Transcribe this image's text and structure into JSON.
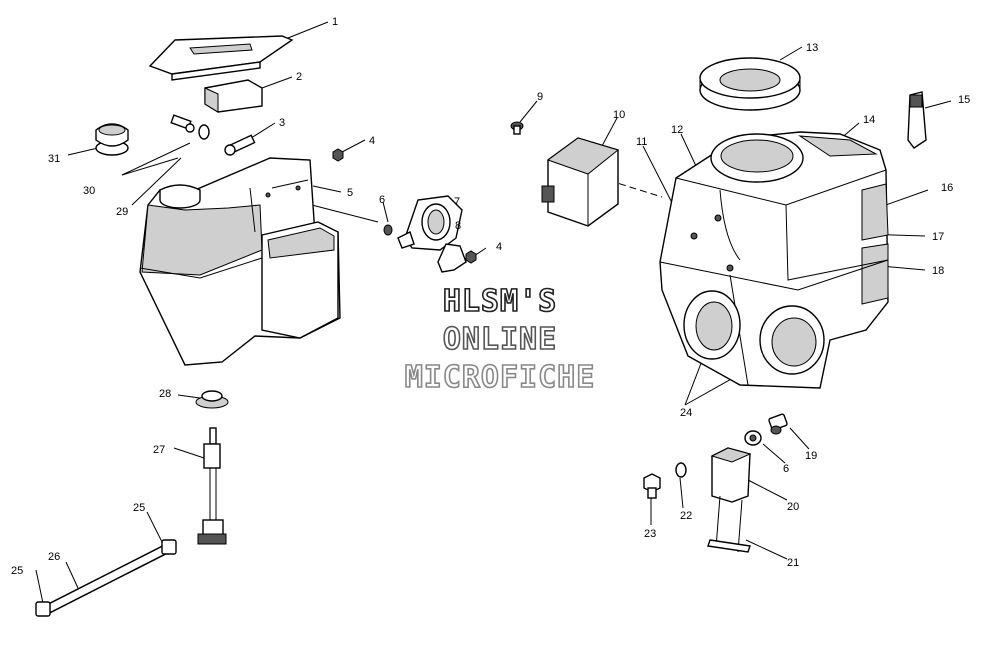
{
  "watermark": {
    "line1": "HLSM'S",
    "line2": "ONLINE",
    "line3": "MICROFICHE"
  },
  "callouts": [
    {
      "id": "c1",
      "text": "1"
    },
    {
      "id": "c2",
      "text": "2"
    },
    {
      "id": "c3",
      "text": "3"
    },
    {
      "id": "c4a",
      "text": "4"
    },
    {
      "id": "c5",
      "text": "5"
    },
    {
      "id": "c6a",
      "text": "6"
    },
    {
      "id": "c7",
      "text": "7"
    },
    {
      "id": "c8",
      "text": "8"
    },
    {
      "id": "c4b",
      "text": "4"
    },
    {
      "id": "c9",
      "text": "9"
    },
    {
      "id": "c10",
      "text": "10"
    },
    {
      "id": "c11",
      "text": "11"
    },
    {
      "id": "c12",
      "text": "12"
    },
    {
      "id": "c13",
      "text": "13"
    },
    {
      "id": "c14",
      "text": "14"
    },
    {
      "id": "c15",
      "text": "15"
    },
    {
      "id": "c16",
      "text": "16"
    },
    {
      "id": "c17",
      "text": "17"
    },
    {
      "id": "c18",
      "text": "18"
    },
    {
      "id": "c19",
      "text": "19"
    },
    {
      "id": "c6b",
      "text": "6"
    },
    {
      "id": "c20",
      "text": "20"
    },
    {
      "id": "c21",
      "text": "21"
    },
    {
      "id": "c22",
      "text": "22"
    },
    {
      "id": "c23",
      "text": "23"
    },
    {
      "id": "c24",
      "text": "24"
    },
    {
      "id": "c25a",
      "text": "25"
    },
    {
      "id": "c25b",
      "text": "25"
    },
    {
      "id": "c26",
      "text": "26"
    },
    {
      "id": "c27",
      "text": "27"
    },
    {
      "id": "c28",
      "text": "28"
    },
    {
      "id": "c29",
      "text": "29"
    },
    {
      "id": "c30",
      "text": "30"
    },
    {
      "id": "c31",
      "text": "31"
    }
  ]
}
